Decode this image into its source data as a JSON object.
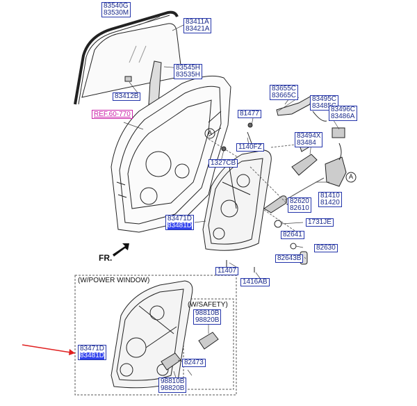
{
  "labels": {
    "p83540": [
      "83540G",
      "83530M"
    ],
    "p83411": [
      "83411A",
      "83421A"
    ],
    "p83545": [
      "83545H",
      "83535H"
    ],
    "p83412": [
      "83412B"
    ],
    "p83655": [
      "83655C",
      "83665C"
    ],
    "p83495": [
      "83495C",
      "83485C"
    ],
    "p83496": [
      "83496C",
      "83486A"
    ],
    "p81477": [
      "81477"
    ],
    "p83494": [
      "83494X",
      "83484"
    ],
    "p1140": [
      "1140FZ"
    ],
    "p1327": [
      "1327CB"
    ],
    "p81410": [
      "81410",
      "81420"
    ],
    "p82620": [
      "82620",
      "82610"
    ],
    "p83471a": [
      "83471D",
      "83481D"
    ],
    "p1731": [
      "1731JE"
    ],
    "p82641": [
      "82641"
    ],
    "p82630": [
      "82630"
    ],
    "p82643": [
      "82643B"
    ],
    "p11407": [
      "11407"
    ],
    "p1416": [
      "1416AB"
    ],
    "p98810a": [
      "98810B",
      "98820B"
    ],
    "p83471b": [
      "83471D",
      "83481D"
    ],
    "p82473": [
      "82473"
    ],
    "p98810b": [
      "98810B",
      "98820B"
    ]
  },
  "ref_label": "REF.60-770",
  "front_label": "FR.",
  "circle_label": "A",
  "box_power": "(W/POWER WINDOW)",
  "box_safety": "(W/SAFETY)"
}
